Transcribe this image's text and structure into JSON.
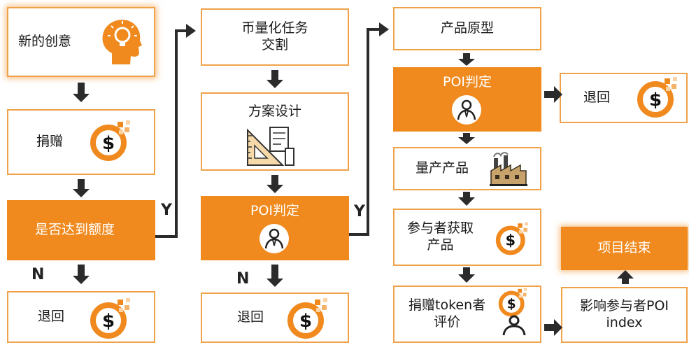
{
  "colors": {
    "accent": "#f08a1e",
    "border": "#f0a24a",
    "arrow": "#2b2b2b",
    "text": "#1a1a1a"
  },
  "nodes": {
    "new_idea": "新的创意",
    "donate": "捐赠",
    "reach_limit": "是否达到额度",
    "return_1": "退回",
    "tokenize_delivery": "币量化任务\n交割",
    "solution_design": "方案设计",
    "poi_decision_1": "POI判定",
    "return_2": "退回",
    "product_prototype": "产品原型",
    "poi_decision_2": "POI判定",
    "return_3": "退回",
    "mass_production": "量产产品",
    "participant_get_product": "参与者获取\n产品",
    "token_donor_review": "捐赠token者\n评价",
    "project_end": "项目结束",
    "affect_poi_index": "影响参与者POI\nindex"
  },
  "edge_labels": {
    "yes": "Y",
    "no": "N"
  },
  "icons": [
    "head-lightbulb-icon",
    "dollar-coin-icon",
    "ruler-tools-icon",
    "person-icon",
    "factory-icon"
  ]
}
